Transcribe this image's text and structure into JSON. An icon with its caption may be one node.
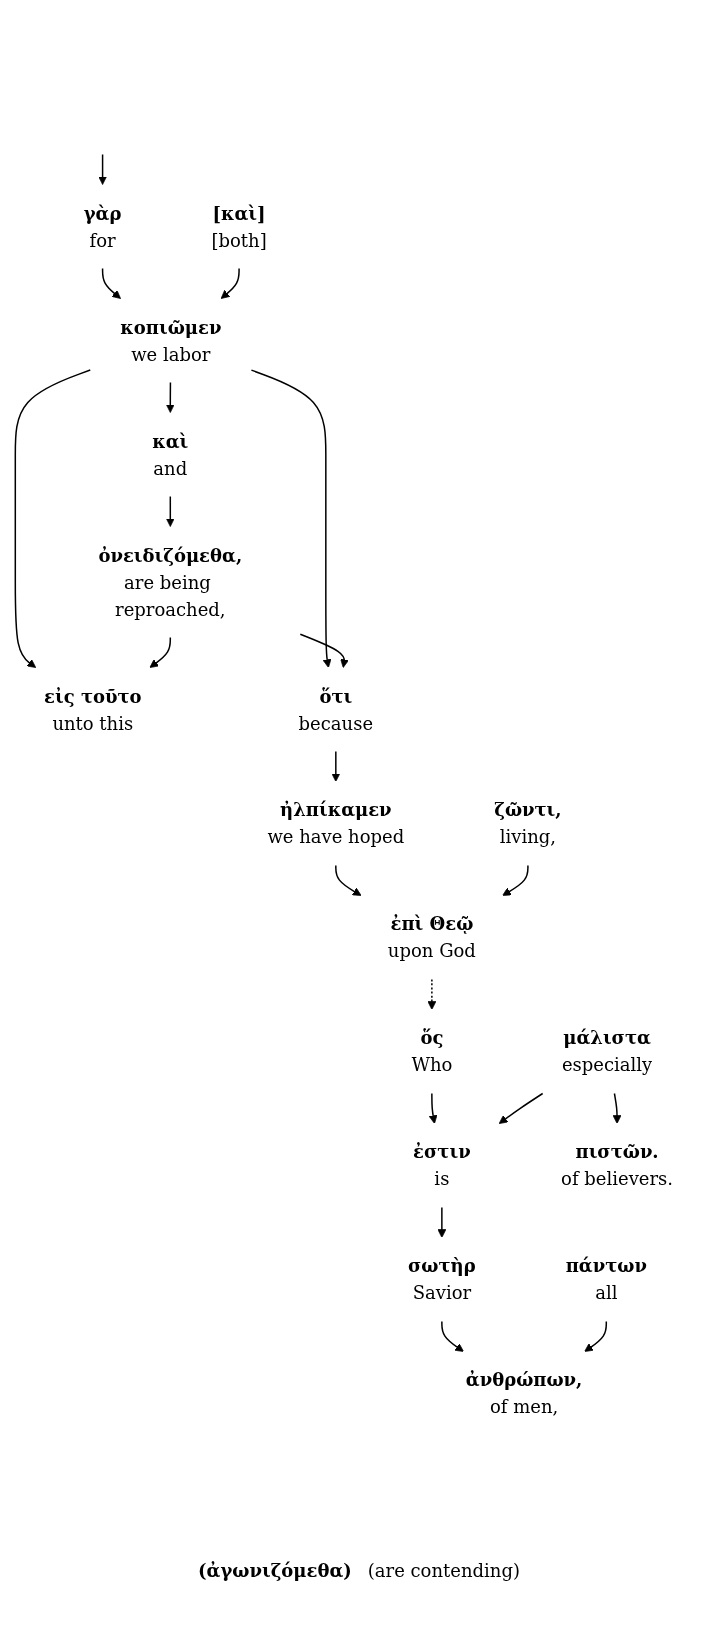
{
  "diagram": {
    "nodes": [
      {
        "text": [
          "γὰρ",
          "for"
        ]
      },
      {
        "text": [
          "[καὶ]",
          "[both]"
        ]
      },
      {
        "text": [
          "κοπιῶμεν",
          "we labor"
        ]
      },
      {
        "text": [
          "καὶ",
          "and"
        ]
      },
      {
        "text": [
          "ὀνειδιζόμεθα,",
          "are being reproached,"
        ]
      },
      {
        "text": [
          "εἰς τοῦτο",
          "unto this"
        ]
      },
      {
        "text": [
          "ὅτι",
          "because"
        ]
      },
      {
        "text": [
          "ἠλπίκαμεν",
          "we have hoped"
        ]
      },
      {
        "text": [
          "ἐπὶ Θεῷ",
          "upon God"
        ]
      },
      {
        "text": [
          "ζῶντι,",
          "living,"
        ]
      },
      {
        "text": [
          "ὅς",
          "Who"
        ]
      },
      {
        "text": [
          "ἐστιν",
          "is"
        ]
      },
      {
        "text": [
          "σωτὴρ",
          "Savior"
        ]
      },
      {
        "text": [
          "πάντων",
          "all"
        ]
      },
      {
        "text": [
          "ἀνθρώπων,",
          "of men,"
        ]
      },
      {
        "text": [
          "μάλιστα",
          "especially"
        ]
      },
      {
        "text": [
          "πιστῶν.",
          "of believers."
        ]
      }
    ],
    "edges": [
      {
        "from": null,
        "to": 0,
        "arrow": "to"
      },
      {
        "from": 0,
        "to": 2,
        "arrow": "to"
      },
      {
        "from": 1,
        "to": 2,
        "arrow": "to"
      },
      {
        "from": 2,
        "to": 3,
        "arrow": "to"
      },
      {
        "from": 3,
        "to": 4,
        "arrow": "to"
      },
      {
        "from": 2,
        "to": 5,
        "arrow": "to"
      },
      {
        "from": 4,
        "to": 5,
        "arrow": "to"
      },
      {
        "from": 2,
        "to": 6,
        "arrow": "to"
      },
      {
        "from": 4,
        "to": 6,
        "arrow": "to"
      },
      {
        "from": 6,
        "to": 7,
        "arrow": "to"
      },
      {
        "from": 7,
        "to": 8,
        "arrow": "to"
      },
      {
        "from": 9,
        "to": 8,
        "arrow": "to"
      },
      {
        "from": 8,
        "to": 10,
        "arrow": "to",
        "style": "dashed"
      },
      {
        "from": 10,
        "to": 11,
        "arrow": "to"
      },
      {
        "from": 11,
        "to": 12,
        "arrow": "to"
      },
      {
        "from": 12,
        "to": 14,
        "arrow": "to"
      },
      {
        "from": 13,
        "to": 14,
        "arrow": "to"
      },
      {
        "from": 15,
        "to": 11,
        "arrow": "to"
      },
      {
        "from": 15,
        "to": 16,
        "arrow": "to"
      }
    ],
    "labels": [
      "(ἀγωνιζόμεθα)",
      "(are contending)"
    ]
  }
}
